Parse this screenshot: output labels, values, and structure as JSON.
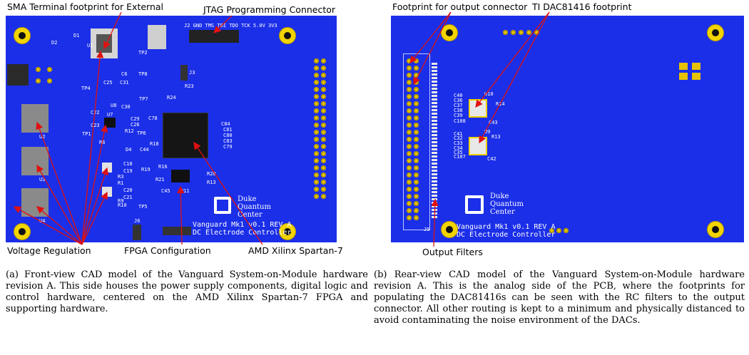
{
  "left": {
    "annotations": {
      "sma": "SMA Terminal footprint for External",
      "jtag": "JTAG Programming Connector",
      "voltage": "Voltage Regulation",
      "fpga_config": "FPGA Configuration",
      "amd": "AMD Xilinx Spartan-7"
    },
    "silk": {
      "jtag_header": "J2 GND TMS TDI TDO TCK 5.0V 3V3",
      "u1": "U1",
      "u2": "U2",
      "u3": "U3",
      "u4": "U4",
      "u7": "U7",
      "u8": "U8",
      "u11": "U11",
      "d1": "D1",
      "d2": "D2",
      "d4": "D4",
      "j3": "J3",
      "j6": "J6",
      "tp1": "TP1",
      "tp2": "TP2",
      "tp4": "TP4",
      "tp5": "TP5",
      "tp6": "TP6",
      "tp7": "TP7",
      "tp8": "TP8",
      "r23": "R23",
      "r24": "R24",
      "c78": "C78",
      "c84": "C84",
      "c81": "C81",
      "c80": "C80",
      "c83": "C83",
      "c79": "C79",
      "r20": "R20",
      "r19": "R19",
      "r21": "R21",
      "r16": "R16",
      "c44": "C44",
      "c45": "C45",
      "r18": "R18",
      "c25": "C25",
      "c31": "C31",
      "c29": "C29",
      "c26": "C26",
      "r12": "R12",
      "c22": "C22",
      "c23": "C23",
      "c18": "C18",
      "c19": "C19",
      "c20": "C20",
      "c21": "C21",
      "r6": "R6",
      "r1": "R1",
      "r3": "R3",
      "r9": "R9",
      "r10": "R10",
      "r13": "R13",
      "c6": "C6",
      "c30": "C30"
    },
    "logo": {
      "line1": "Duke",
      "line2": "Quantum",
      "line3": "Center"
    },
    "board_label": {
      "line1": "Vanguard Mk1 v0.1 REV A",
      "line2": "DC Electrode Controller"
    }
  },
  "right": {
    "annotations": {
      "output_connector": "Footprint for output connector",
      "ti_dac": "TI DAC81416 footprint",
      "filters": "Output Filters"
    },
    "silk": {
      "u10": "U10",
      "u9": "U9",
      "r14": "R14",
      "r13": "R13",
      "c43": "C43",
      "c42": "C42",
      "c107": "C107",
      "c108": "C108",
      "c32": "C32",
      "c33": "C33",
      "c34": "C34",
      "c35": "C35",
      "c36": "C36",
      "c37": "C37",
      "c38": "C38",
      "c39": "C39",
      "c40": "C40",
      "c41": "C41",
      "j5": "J5"
    },
    "logo": {
      "line1": "Duke",
      "line2": "Quantum",
      "line3": "Center"
    },
    "board_label": {
      "line1": "Vanguard Mk1 v0.1 REV A",
      "line2": "DC Electrode Controller"
    }
  },
  "captions": {
    "a": "(a) Front-view CAD model of the Vanguard System-on-Module hardware revision A. This side houses the power supply components, digital logic and control hardware, centered on the AMD Xilinx Spartan-7 FPGA and supporting hardware.",
    "b": "(b) Rear-view CAD model of the Vanguard System-on-Module hardware revision A. This is the analog side of the PCB, where the footprints for populating the DAC81416s can be seen with the RC filters to the output connector. All other routing is kept to a minimum and physically distanced to avoid contaminating the noise environment of the DACs."
  },
  "colors": {
    "pcb": "#2136ff",
    "arrow": "#e01010",
    "pad_gold": "#f0d000"
  }
}
